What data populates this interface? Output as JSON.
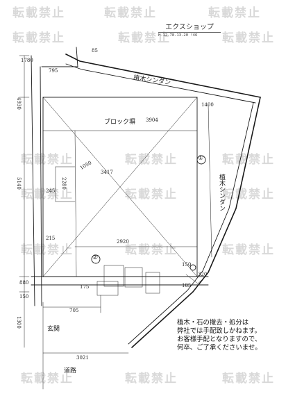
{
  "header": {
    "shop_name": "エクスショップ",
    "reference": "H-12.78.13.20 !46"
  },
  "annotations": {
    "top_planting": "植木シンダン",
    "right_planting": "植木シンダン",
    "top_dim_left": "1780",
    "top_dim_a": "795",
    "top_dim_b": "85",
    "left_dim_1": "4930",
    "left_dim_2": "5140",
    "left_dim_3": "880",
    "left_dim_4": "150",
    "left_dim_5": "1300",
    "inner_dim_1": "1050",
    "inner_dim_2": "3417",
    "inner_dim_3": "2920",
    "inner_dim_4": "3904",
    "inner_dim_5": "245",
    "inner_dim_6": "215",
    "inner_dim_7": "175",
    "right_dim_1": "1400",
    "right_dim_2": "2280",
    "label_block_wall": "ブロック塀",
    "marker_1": "②",
    "marker_2": "①",
    "bottom_dim_1": "705",
    "bottom_dim_2": "3021",
    "bottom_label_entry": "玄関",
    "bottom_label_road": "道路",
    "small_dim_1": "150",
    "small_dim_2": "185",
    "small_dim_3": "320"
  },
  "notice": {
    "line1": "植木・石の撤去・処分は",
    "line2": "弊社では手配致しかねます。",
    "line3": "お客様手配となりますので、",
    "line4": "何卒、ご了承くださいませ。"
  },
  "watermark": {
    "text": "転載禁止"
  }
}
